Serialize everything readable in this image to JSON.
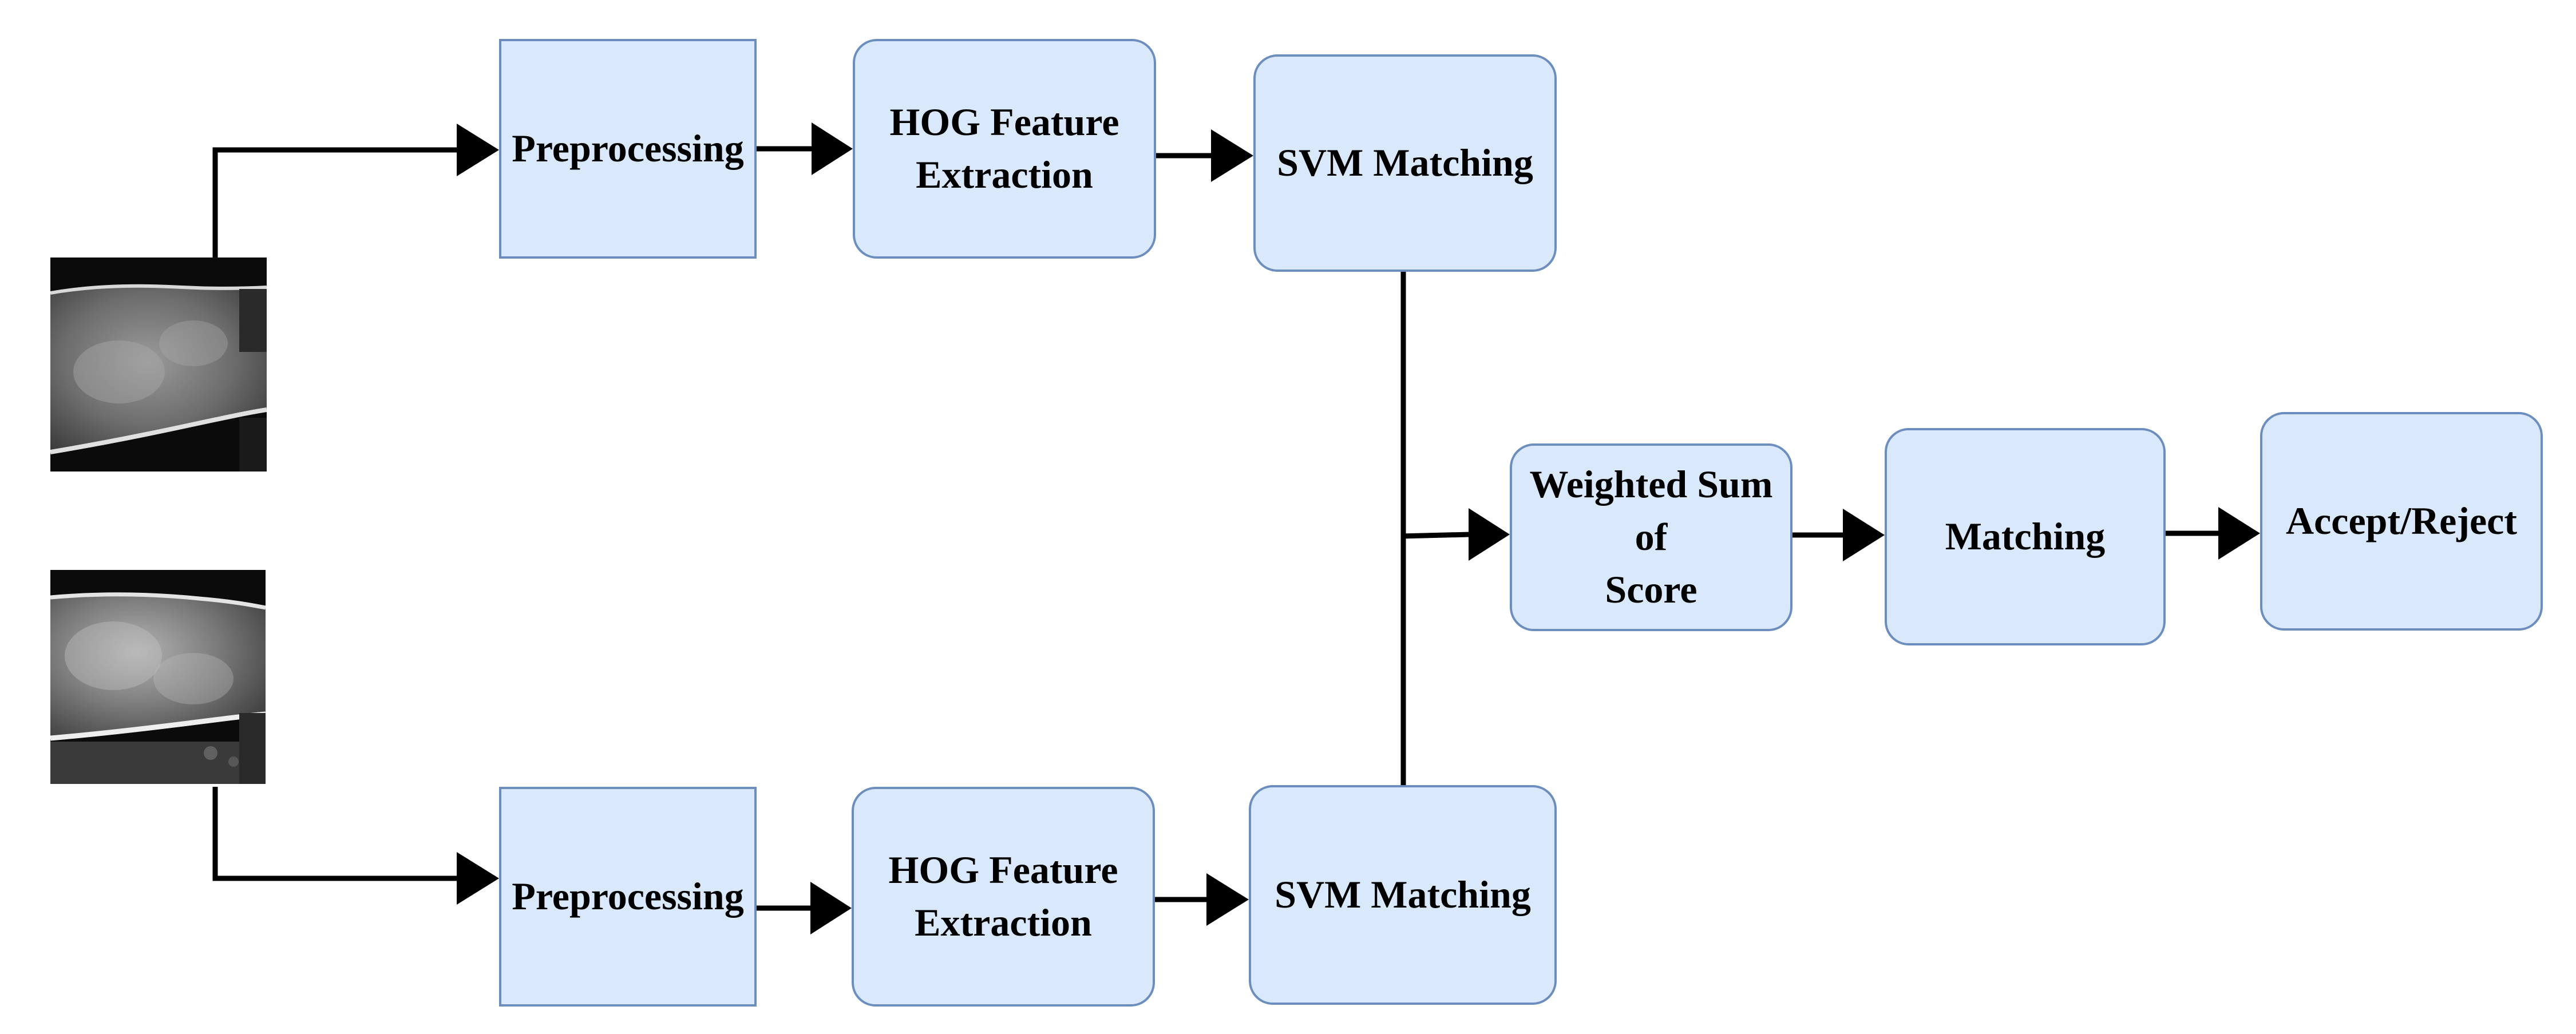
{
  "diagram": {
    "colors": {
      "box_fill": "#dae8fc",
      "box_border": "#6c8ebf",
      "arrow": "#000000",
      "text": "#000000"
    },
    "top_branch": {
      "preprocessing": "Preprocessing",
      "hog_line1": "HOG Feature",
      "hog_line2": "Extraction",
      "svm": "SVM Matching"
    },
    "bottom_branch": {
      "preprocessing": "Preprocessing",
      "hog_line1": "HOG Feature",
      "hog_line2": "Extraction",
      "svm": "SVM Matching"
    },
    "fusion": {
      "weighted_line1": "Weighted Sum of",
      "weighted_line2": "Score",
      "matching": "Matching",
      "decision": "Accept/Reject"
    }
  }
}
